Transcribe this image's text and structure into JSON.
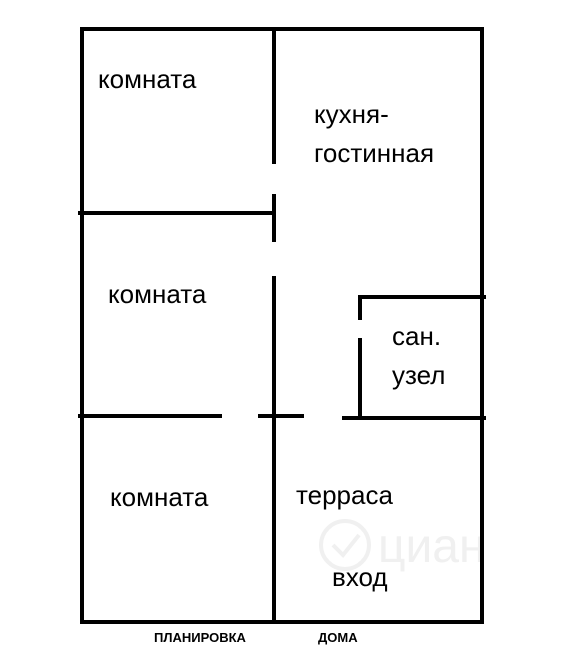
{
  "rooms": {
    "room_top_left": "комната",
    "kitchen_line1": "кухня-",
    "kitchen_line2": "гостинная",
    "room_middle_left": "комната",
    "bathroom_line1": "сан.",
    "bathroom_line2": "узел",
    "room_bottom_left": "комната",
    "terrace": "терраса",
    "entrance": "вход"
  },
  "caption": {
    "word1": "ПЛАНИРОВКА",
    "word2": "ДОМА"
  },
  "watermark": {
    "text": "циан",
    "icon": "cian-logo-icon"
  },
  "colors": {
    "walls": "#000000",
    "background": "#ffffff",
    "watermark": "#f0f0f0"
  }
}
